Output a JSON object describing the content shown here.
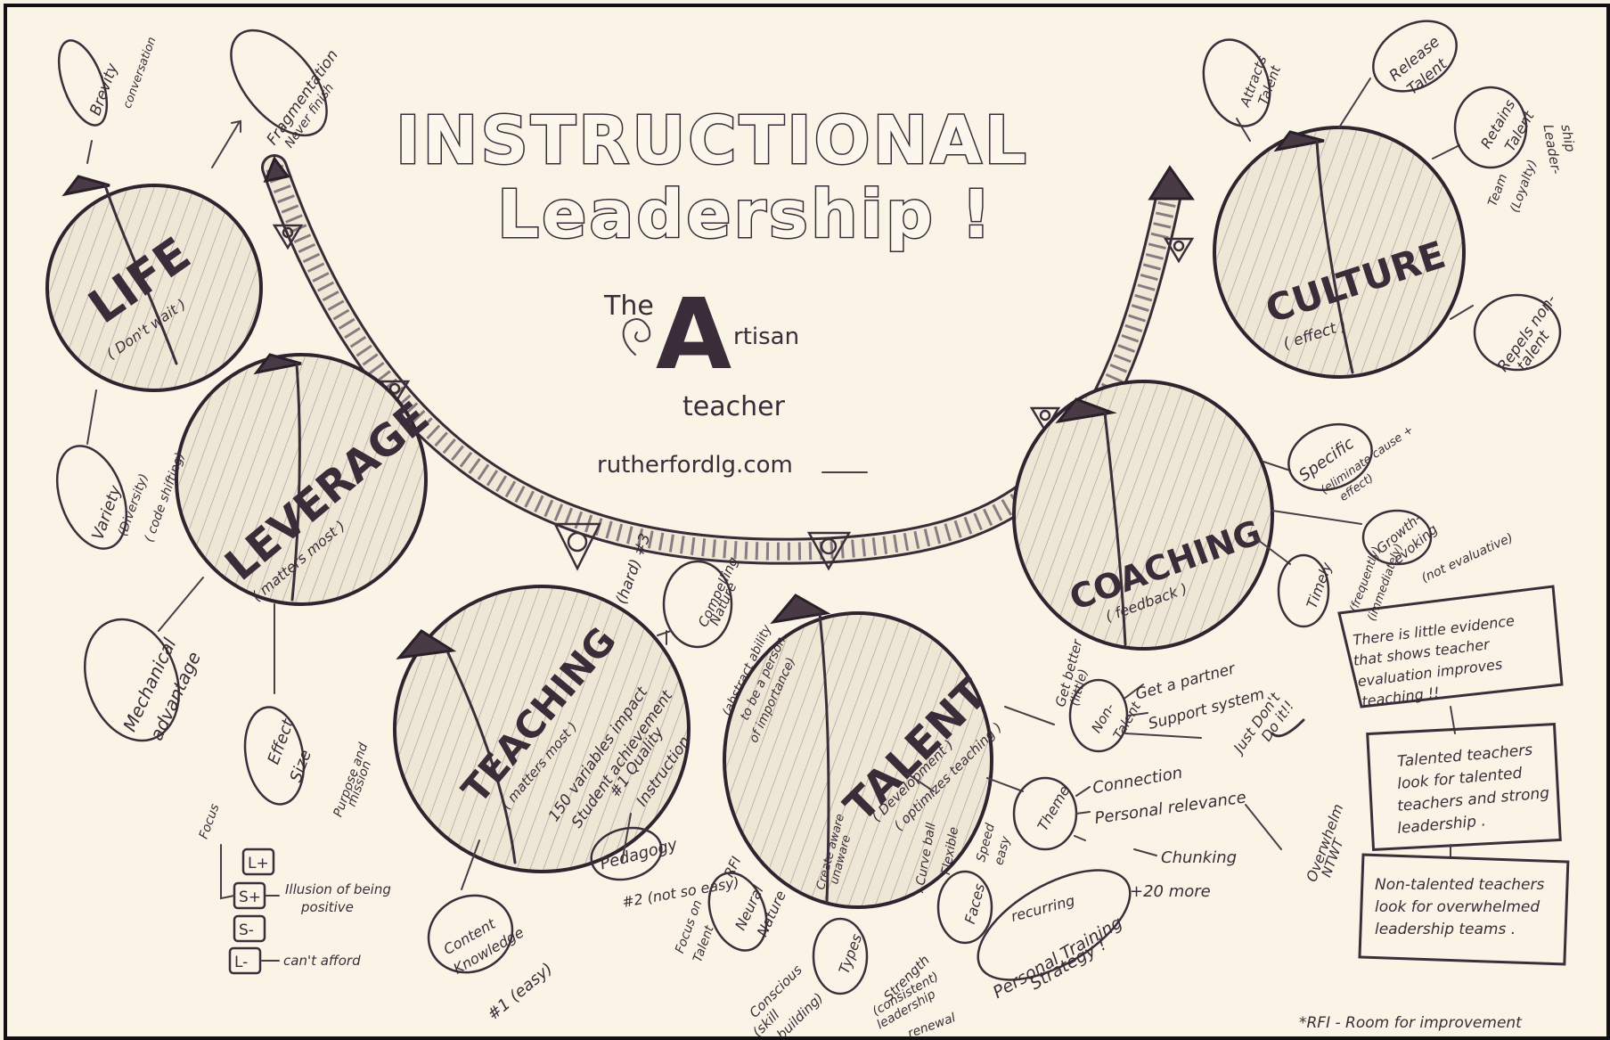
{
  "title": {
    "line1": "INSTRUCTIONAL",
    "line2": "Leadership !"
  },
  "brand": {
    "the": "The",
    "big_a": "A",
    "rtisan": "rtisan",
    "teacher": "teacher",
    "url": "rutherfordlg.com"
  },
  "circles": {
    "life": {
      "label": "LIFE",
      "sub": "( Don't wait )"
    },
    "leverage": {
      "label": "LEVERAGE",
      "sub": "( matters most )"
    },
    "teaching": {
      "label": "TEACHING",
      "sub": "( matters most )"
    },
    "talent": {
      "label": "TALENT",
      "sub": "( Development )",
      "sub2": "( optimizes teaching )"
    },
    "coaching": {
      "label": "COACHING",
      "sub": "( feedback )"
    },
    "culture": {
      "label": "CULTURE",
      "sub": "( effect )"
    }
  },
  "life_notes": {
    "brevity": "Brevity",
    "conversation": "conversation",
    "fragmentation": "Fragmentation",
    "never_finish": "Never finish",
    "variety": "Variety",
    "diversity": "(Diversity)",
    "code_shifting": "( code shifting)"
  },
  "leverage_notes": {
    "mechanical": "Mechanical",
    "advantage": "advantage",
    "effect": "Effect",
    "size": "Size",
    "purpose": "Purpose and",
    "mission": "mission",
    "focus": "Focus",
    "l_plus": "L+",
    "s_plus": "S+",
    "s_minus": "S-",
    "l_minus": "L-",
    "illusion": "Illusion of being",
    "positive": "positive",
    "cant_afford": "can't afford"
  },
  "teaching_notes": {
    "variables1": "150 variables impact",
    "variables2": "Student achievement",
    "quality1": "#1 Quality",
    "quality2": "Instruction",
    "hard3": "(hard) #3",
    "compelling1": "Compelling",
    "compelling2": "Nature",
    "abstract1": "(abstract ability",
    "abstract2": "to be a person",
    "abstract3": "of importance)",
    "pedagogy": "Pedagogy",
    "pedagogy_note": "#2 (not so easy)",
    "content1": "Content",
    "content2": "Knowledge",
    "content_note": "#1 (easy)"
  },
  "talent_notes": {
    "get_better1": "Get better",
    "get_better2": "(little)",
    "nontalent1": "Non-",
    "nontalent2": "Talent",
    "partner": "Get a partner",
    "support": "Support system",
    "just_dont": "Just Don't",
    "do_it": "Do it!!",
    "connection": "Connection",
    "relevance": "Personal relevance",
    "overwhelm": "Overwhelm",
    "ntwt": "NTWT",
    "theme": "Theme",
    "chunking": "Chunking",
    "more": "+20 more",
    "personal": "Personal Training",
    "strategy": "Strategy !",
    "recurring": "recurring",
    "faces": "Faces",
    "speed": "Speed",
    "easy": "easy",
    "flexible": "Flexible",
    "curve": ": Curve ball",
    "rfi": "RFI",
    "focus_on": "Focus on",
    "talent_word": "Talent",
    "neural1": "Neural",
    "neural2": "Nature",
    "unaware1": "Create aware",
    "unaware2": "unaware",
    "types": "Types",
    "conscious1": "Conscious",
    "conscious2": "(skill",
    "conscious3": "building)",
    "strength1": "Strength",
    "strength2": "(consistent)",
    "strength3": "leadership",
    "strength4": "renewal"
  },
  "coaching_notes": {
    "specific1": "Specific",
    "specific2": "(eliminate cause +",
    "specific3": "effect)",
    "timely1": "Timely",
    "timely2": "(frequently)",
    "timely3": "(immediately)",
    "growth1": "Growth-",
    "growth2": "evoking",
    "growth3": "(not evaluative)"
  },
  "culture_notes": {
    "attracts1": "Attracts",
    "attracts2": "Talent",
    "release1": "Release",
    "release2": "Talent",
    "retains1": "Retains",
    "retains2": "Talent",
    "team1": "Team",
    "team2": "(Loyalty)",
    "leadership1": "Leader-",
    "leadership2": "ship",
    "repels1": "Repels non-",
    "repels2": "talent"
  },
  "boxes": {
    "box1": [
      "There is little evidence",
      "that shows teacher",
      "evaluation improves",
      "teaching !!"
    ],
    "box2": [
      "Talented teachers",
      "look for talented",
      "teachers and strong",
      "leadership ."
    ],
    "box3": [
      "Non-talented teachers",
      "look for overwhelmed",
      "leadership teams ."
    ]
  },
  "footnote": "*RFI - Room for improvement"
}
